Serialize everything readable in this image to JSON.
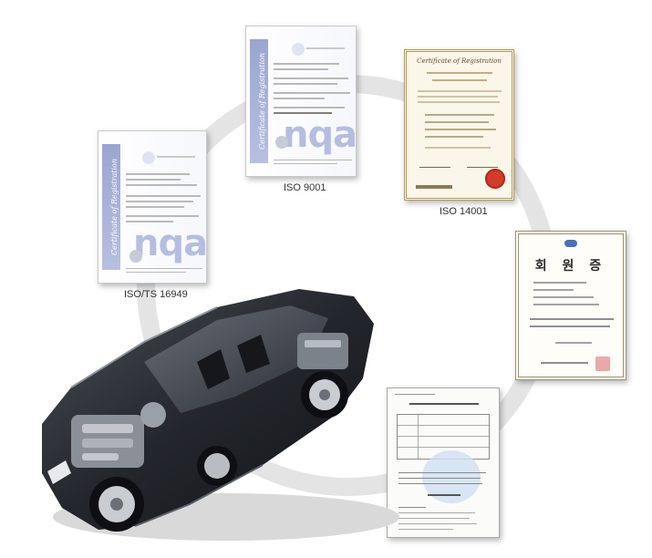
{
  "certificates": [
    {
      "id": "iso-ts-16949",
      "caption": "ISO/TS 16949",
      "band_text": "Certificate of Registration",
      "logo_text": "nqa"
    },
    {
      "id": "iso-9001",
      "caption": "ISO 9001",
      "band_text": "Certificate of Registration",
      "logo_text": "nqa"
    },
    {
      "id": "iso-14001",
      "caption": "ISO 14001",
      "header_text": "Certificate of Registration"
    },
    {
      "id": "membership",
      "title": "회 원 증"
    },
    {
      "id": "korean-certificate"
    }
  ],
  "colors": {
    "ring": "#e4e4e4",
    "nqa_blue": "#9aa6d0",
    "seal_red": "#d23b2a",
    "car_body": "#2b2f36"
  },
  "icons": {
    "car": "cutaway-sports-car-illustration",
    "seal": "red-wax-seal",
    "stamp": "official-stamp"
  }
}
